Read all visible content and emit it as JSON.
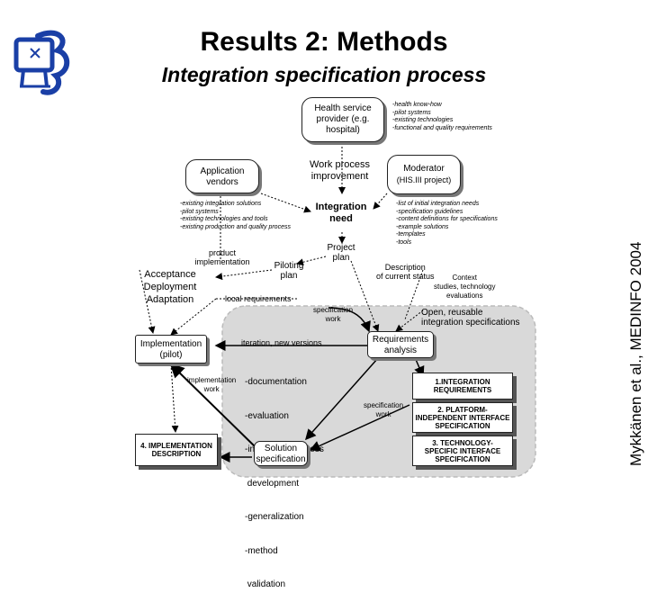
{
  "title": "Results 2: Methods",
  "subtitle": "Integration specification process",
  "credit": "Mykkänen et al., MEDINFO 2004",
  "logo": {
    "icon": "monitor-snake-logo",
    "color": "#1a3fa6"
  },
  "nodes": {
    "health_provider": [
      "Health service",
      "provider (e.g.",
      "hospital)"
    ],
    "app_vendors": [
      "Application",
      "vendors"
    ],
    "moderator": [
      "Moderator",
      "(HIS.III project)"
    ],
    "work_process": [
      "Work process",
      "improvement"
    ],
    "integration_need": [
      "Integration",
      "need"
    ],
    "project_plan": [
      "Project",
      "plan"
    ],
    "piloting_plan": [
      "Piloting",
      "plan"
    ],
    "acceptance": [
      "Acceptance",
      "Deployment",
      "Adaptation"
    ],
    "implementation": [
      "Implementation",
      "(pilot)"
    ],
    "req_analysis": [
      "Requirements",
      "analysis"
    ],
    "solution_spec": [
      "Solution",
      "specification"
    ],
    "impl_desc": [
      "4. IMPLEMENTATION",
      "DESCRIPTION"
    ],
    "integration_req": [
      "1.INTEGRATION",
      "REQUIREMENTS"
    ],
    "platform_indep": [
      "2. PLATFORM-",
      "INDEPENDENT INTERFACE",
      "SPECIFICATION"
    ],
    "tech_specific": [
      "3. TECHNOLOGY-",
      "SPECIFIC INTERFACE",
      "SPECIFICATION"
    ]
  },
  "lists": {
    "provider_items": "-health know-how\n-pilot systems\n-existing technologies\n-functional and quality requirements",
    "vendor_items": "-existing integration solutions\n-pilot systems\n-existing technologies and tools\n-existing production and quality process",
    "moderator_items": "-list of initial integration needs\n-specification guidelines\n-content definitions for specifications\n-example solutions\n-templates\n-tools"
  },
  "labels": {
    "product_impl": [
      "product",
      "implementation"
    ],
    "local_req": "local requirements",
    "desc_status": [
      "Description",
      "of current status"
    ],
    "context": [
      "Context",
      "studies, technology",
      "evaluations"
    ],
    "open_reusable": [
      "Open, reusable",
      "integration specifications"
    ],
    "spec_work_top": [
      "specification",
      "work"
    ],
    "iteration": "iteration, new versions",
    "impl_work": [
      "implementation",
      "work"
    ],
    "spec_work_bottom": [
      "specification",
      "work"
    ],
    "activities": [
      "-documentation",
      "-evaluation",
      "-integration process",
      " development",
      "-generalization",
      "-method",
      " validation"
    ]
  }
}
